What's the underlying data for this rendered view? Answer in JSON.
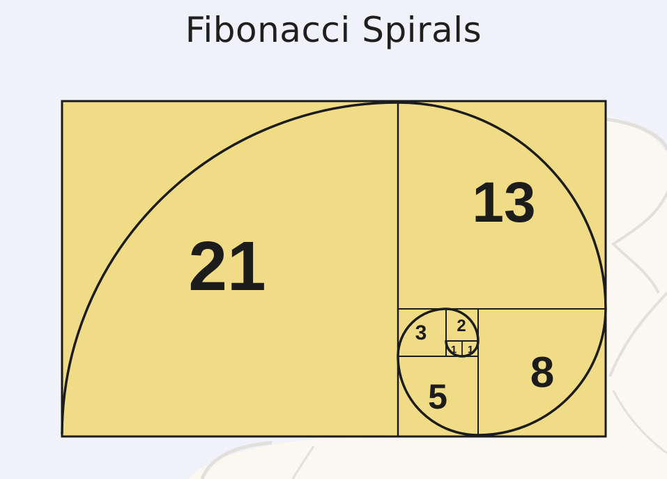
{
  "title": "Fibonacci Spirals",
  "colors": {
    "background": "#f0f1f9",
    "square_fill": "#f0dc86",
    "stroke": "#1c1c1c",
    "shell_fill": "#fbf8f0",
    "shell_stroke": "#e2e0dc"
  },
  "squares": [
    {
      "value": 21,
      "label": "21"
    },
    {
      "value": 13,
      "label": "13"
    },
    {
      "value": 8,
      "label": "8"
    },
    {
      "value": 5,
      "label": "5"
    },
    {
      "value": 3,
      "label": "3"
    },
    {
      "value": 2,
      "label": "2"
    },
    {
      "value": 1,
      "label": "1"
    },
    {
      "value": 1,
      "label": "1"
    }
  ],
  "labels": {
    "s21": "21",
    "s13": "13",
    "s8": "8",
    "s5": "5",
    "s3": "3",
    "s2": "2",
    "s1a": "1",
    "s1b": "1"
  }
}
